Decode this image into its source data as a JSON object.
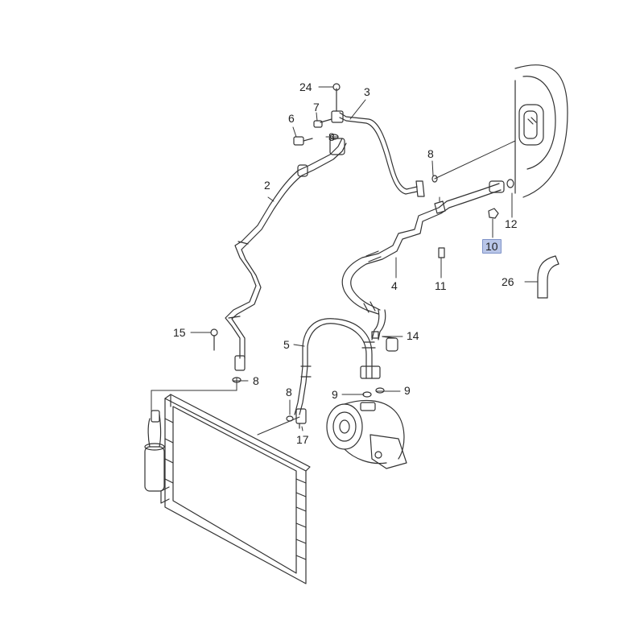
{
  "callouts": [
    {
      "id": "c24",
      "text": "24"
    },
    {
      "id": "c3",
      "text": "3"
    },
    {
      "id": "c7",
      "text": "7"
    },
    {
      "id": "c6",
      "text": "6"
    },
    {
      "id": "c8a",
      "text": "8"
    },
    {
      "id": "c8b",
      "text": "8"
    },
    {
      "id": "c2",
      "text": "2"
    },
    {
      "id": "c12",
      "text": "12"
    },
    {
      "id": "c10",
      "text": "10",
      "highlighted": true
    },
    {
      "id": "c26",
      "text": "26"
    },
    {
      "id": "c11",
      "text": "11"
    },
    {
      "id": "c4",
      "text": "4"
    },
    {
      "id": "c15",
      "text": "15"
    },
    {
      "id": "c5",
      "text": "5"
    },
    {
      "id": "c14",
      "text": "14"
    },
    {
      "id": "c8c",
      "text": "8"
    },
    {
      "id": "c9a",
      "text": "9"
    },
    {
      "id": "c9b",
      "text": "9"
    },
    {
      "id": "c8d",
      "text": "8"
    },
    {
      "id": "c17",
      "text": "17"
    }
  ],
  "highlight_color": "#b9c6e8",
  "line_color": "#333333"
}
